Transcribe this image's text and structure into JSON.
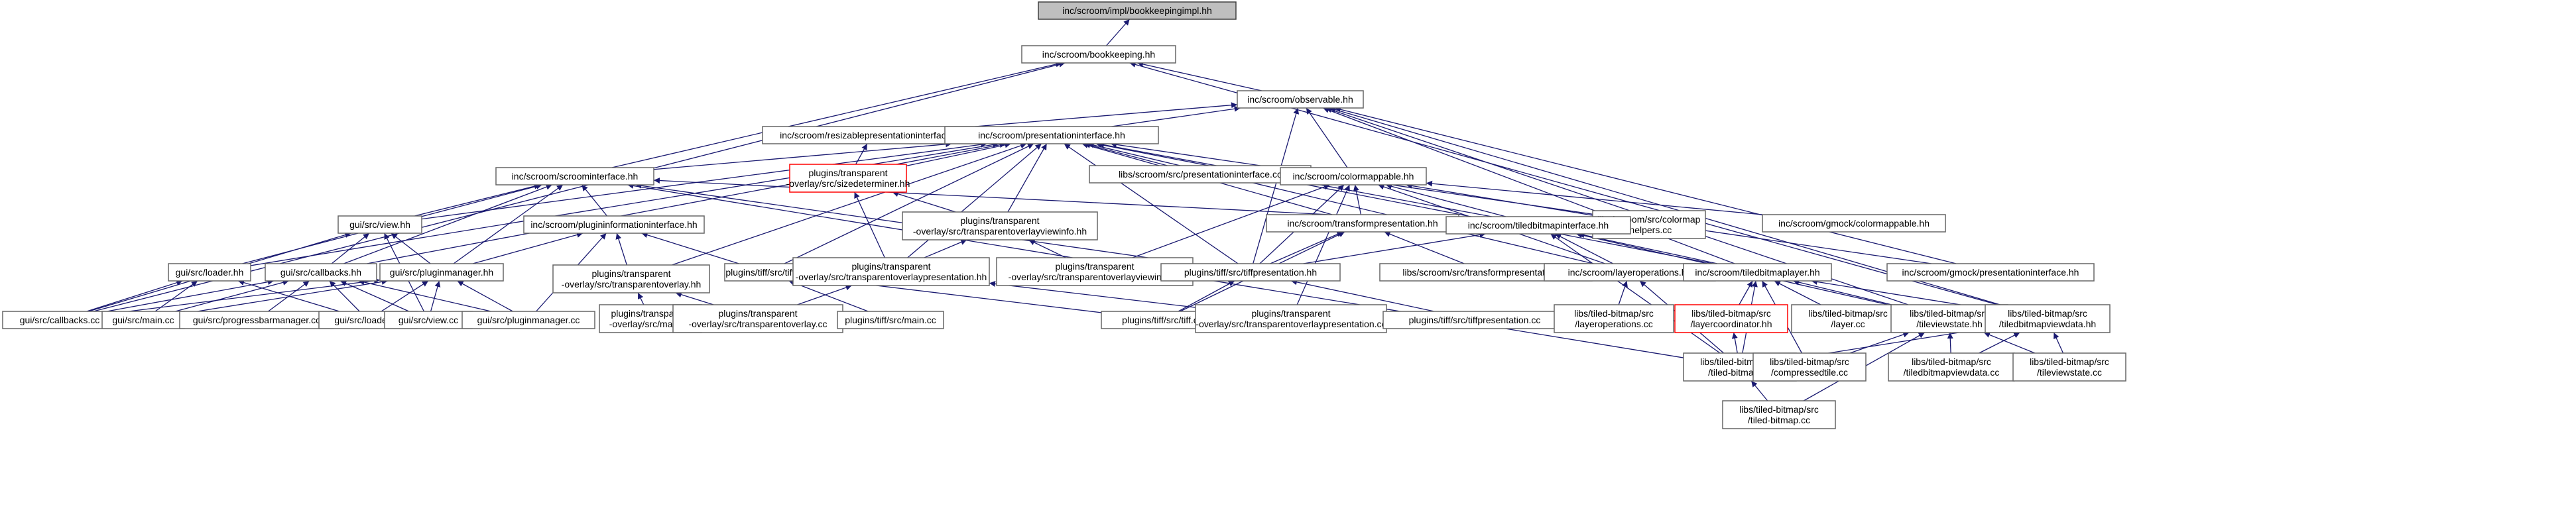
{
  "colors": {
    "edge": "#191970",
    "node_border": "#666666",
    "root_fill": "#bfbfbf",
    "missing_border": "#ff0000"
  },
  "nodes": {
    "n_bkimpl": {
      "lines": [
        "inc/scroom/impl/bookkeepingimpl.hh"
      ],
      "kind": "root"
    },
    "n_bk": {
      "lines": [
        "inc/scroom/bookkeeping.hh"
      ]
    },
    "n_obs": {
      "lines": [
        "inc/scroom/observable.hh"
      ]
    },
    "n_rpi": {
      "lines": [
        "inc/scroom/resizablepresentationinterface.hh"
      ]
    },
    "n_pi": {
      "lines": [
        "inc/scroom/presentationinterface.hh"
      ]
    },
    "n_lpicc": {
      "lines": [
        "libs/scroom/src/presentationinterface.cc"
      ]
    },
    "n_cm": {
      "lines": [
        "inc/scroom/colormappable.hh"
      ]
    },
    "n_sdet": {
      "lines": [
        "plugins/transparent",
        "-overlay/src/sizedeterminer.hh"
      ],
      "kind": "missing"
    },
    "n_si": {
      "lines": [
        "inc/scroom/scroominterface.hh"
      ]
    },
    "n_tovi": {
      "lines": [
        "plugins/transparent",
        "-overlay/src/transparentoverlayviewinfo.hh"
      ]
    },
    "n_tp": {
      "lines": [
        "inc/scroom/transformpresentation.hh"
      ]
    },
    "n_cmhelp": {
      "lines": [
        "libs/scroom/src/colormap",
        "-helpers.cc"
      ]
    },
    "n_gmcm": {
      "lines": [
        "inc/scroom/gmock/colormappable.hh"
      ]
    },
    "n_tbi": {
      "lines": [
        "inc/scroom/tiledbitmapinterface.hh"
      ]
    },
    "n_view": {
      "lines": [
        "gui/src/view.hh"
      ]
    },
    "n_pii": {
      "lines": [
        "inc/scroom/plugininformationinterface.hh"
      ]
    },
    "n_loader": {
      "lines": [
        "gui/src/loader.hh"
      ]
    },
    "n_cb": {
      "lines": [
        "gui/src/callbacks.hh"
      ]
    },
    "n_pm": {
      "lines": [
        "gui/src/pluginmanager.hh"
      ]
    },
    "n_to": {
      "lines": [
        "plugins/transparent",
        "-overlay/src/transparentoverlay.hh"
      ]
    },
    "n_tiffh": {
      "lines": [
        "plugins/tiff/src/tiff.hh"
      ]
    },
    "n_top": {
      "lines": [
        "plugins/transparent",
        "-overlay/src/transparentoverlaypresentation.hh"
      ]
    },
    "n_tovicc": {
      "lines": [
        "plugins/transparent",
        "-overlay/src/transparentoverlayviewinfo.cc"
      ]
    },
    "n_tiffp": {
      "lines": [
        "plugins/tiff/src/tiffpresentation.hh"
      ]
    },
    "n_tpcc": {
      "lines": [
        "libs/scroom/src/transformpresentation.cc"
      ]
    },
    "n_layops": {
      "lines": [
        "inc/scroom/layeroperations.hh"
      ]
    },
    "n_tbl": {
      "lines": [
        "inc/scroom/tiledbitmaplayer.hh"
      ]
    },
    "n_gmpi": {
      "lines": [
        "inc/scroom/gmock/presentationinterface.hh"
      ]
    },
    "n_cbcc": {
      "lines": [
        "gui/src/callbacks.cc"
      ]
    },
    "n_maincc": {
      "lines": [
        "gui/src/main.cc"
      ]
    },
    "n_pbm": {
      "lines": [
        "gui/src/progressbarmanager.cc"
      ]
    },
    "n_loadercc": {
      "lines": [
        "gui/src/loader.cc"
      ]
    },
    "n_viewcc": {
      "lines": [
        "gui/src/view.cc"
      ]
    },
    "n_pmcc": {
      "lines": [
        "gui/src/pluginmanager.cc"
      ]
    },
    "n_tomain": {
      "lines": [
        "plugins/transparent",
        "-overlay/src/main.cc"
      ]
    },
    "n_tocc": {
      "lines": [
        "plugins/transparent",
        "-overlay/src/transparentoverlay.cc"
      ]
    },
    "n_tiffmain": {
      "lines": [
        "plugins/tiff/src/main.cc"
      ]
    },
    "n_tiffcc": {
      "lines": [
        "plugins/tiff/src/tiff.cc"
      ]
    },
    "n_topcc": {
      "lines": [
        "plugins/transparent",
        "-overlay/src/transparentoverlaypresentation.cc"
      ]
    },
    "n_tiffpcc": {
      "lines": [
        "plugins/tiff/src/tiffpresentation.cc"
      ]
    },
    "n_layopscc": {
      "lines": [
        "libs/tiled-bitmap/src",
        "/layeroperations.cc"
      ]
    },
    "n_layco": {
      "lines": [
        "libs/tiled-bitmap/src",
        "/layercoordinator.hh"
      ],
      "kind": "missing"
    },
    "n_layercc": {
      "lines": [
        "libs/tiled-bitmap/src",
        "/layer.cc"
      ]
    },
    "n_tvs": {
      "lines": [
        "libs/tiled-bitmap/src",
        "/tileviewstate.hh"
      ]
    },
    "n_tbvd": {
      "lines": [
        "libs/tiled-bitmap/src",
        "/tiledbitmapviewdata.hh"
      ]
    },
    "n_tbhh": {
      "lines": [
        "libs/tiled-bitmap/src",
        "/tiled-bitmap.hh"
      ]
    },
    "n_ctcc": {
      "lines": [
        "libs/tiled-bitmap/src",
        "/compressedtile.cc"
      ]
    },
    "n_tbvdcc": {
      "lines": [
        "libs/tiled-bitmap/src",
        "/tiledbitmapviewdata.cc"
      ]
    },
    "n_tvscc": {
      "lines": [
        "libs/tiled-bitmap/src",
        "/tileviewstate.cc"
      ]
    },
    "n_tbcc": {
      "lines": [
        "libs/tiled-bitmap/src",
        "/tiled-bitmap.cc"
      ]
    }
  }
}
